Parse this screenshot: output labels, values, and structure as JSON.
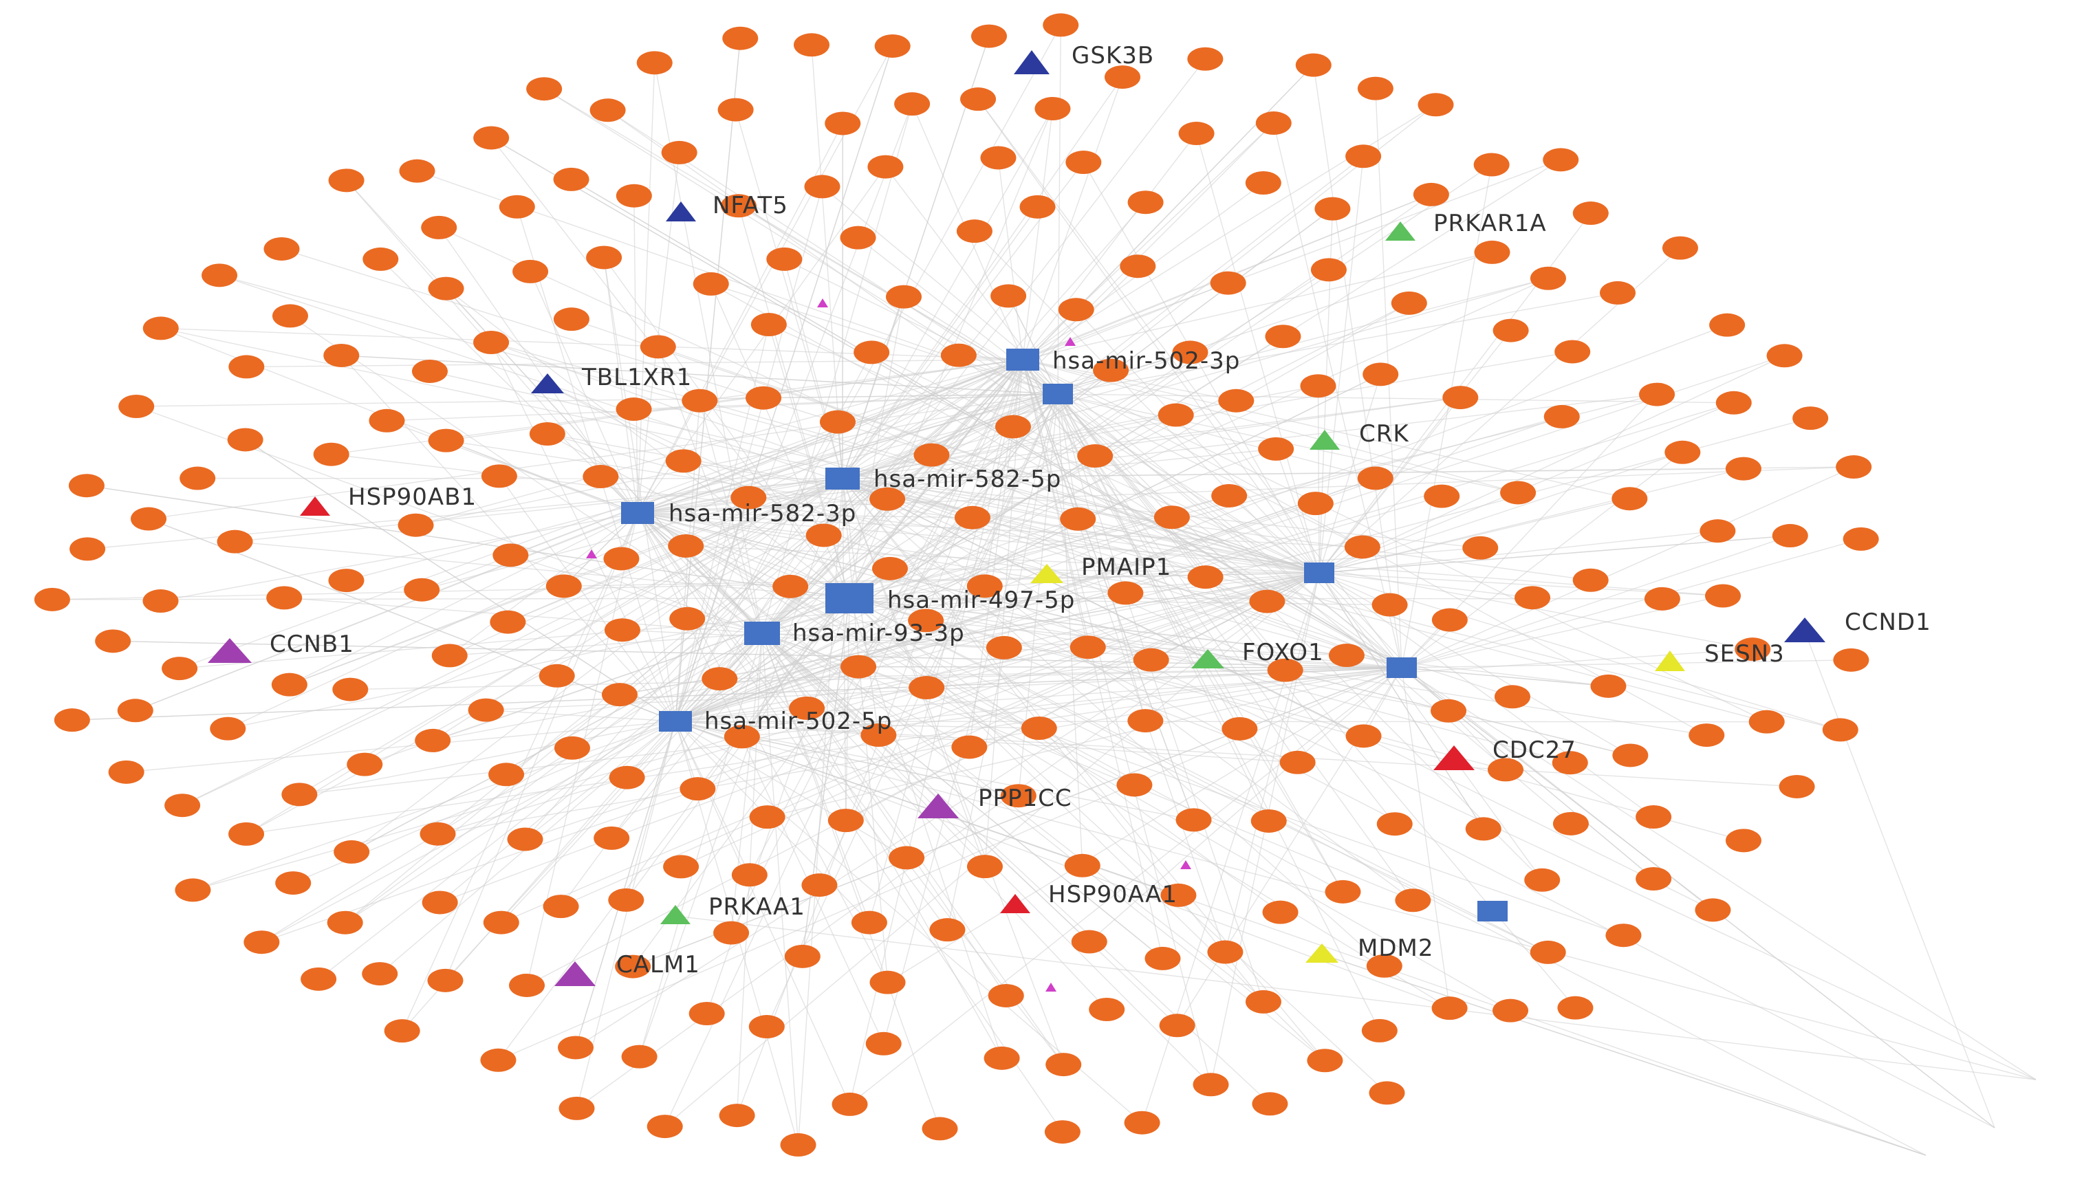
{
  "colors": {
    "background": "#ffffff",
    "edge": "#cfcfcf",
    "target_gene_node": "#ea6a22",
    "mirna_node": "#4472c4",
    "label_text": "#333333"
  },
  "legend_of_shapes": {
    "mirna": "square",
    "hub_gene": "triangle",
    "target_gene": "circle"
  },
  "mirnas": [
    {
      "id": "mir502_3p",
      "label": "hsa-mir-502-3p",
      "color": "#4472c4"
    },
    {
      "id": "mir582_5p",
      "label": "hsa-mir-582-5p",
      "color": "#4472c4"
    },
    {
      "id": "mir582_3p",
      "label": "hsa-mir-582-3p",
      "color": "#4472c4"
    },
    {
      "id": "mir497_5p",
      "label": "hsa-mir-497-5p",
      "color": "#4472c4"
    },
    {
      "id": "mir93_3p",
      "label": "hsa-mir-93-3p",
      "color": "#4472c4"
    },
    {
      "id": "mir502_5p",
      "label": "hsa-mir-502-5p",
      "color": "#4472c4"
    }
  ],
  "genes": [
    {
      "id": "GSK3B",
      "label": "GSK3B",
      "color": "#2b3a9c"
    },
    {
      "id": "NFAT5",
      "label": "NFAT5",
      "color": "#2b3a9c"
    },
    {
      "id": "PRKAR1A",
      "label": "PRKAR1A",
      "color": "#5cc05c"
    },
    {
      "id": "TBL1XR1",
      "label": "TBL1XR1",
      "color": "#2b3a9c"
    },
    {
      "id": "CRK",
      "label": "CRK",
      "color": "#5cc05c"
    },
    {
      "id": "HSP90AB1",
      "label": "HSP90AB1",
      "color": "#e0202c"
    },
    {
      "id": "PMAIP1",
      "label": "PMAIP1",
      "color": "#e6e62a"
    },
    {
      "id": "CCNB1",
      "label": "CCNB1",
      "color": "#a040b0"
    },
    {
      "id": "CCND1",
      "label": "CCND1",
      "color": "#2b3a9c"
    },
    {
      "id": "FOXO1",
      "label": "FOXO1",
      "color": "#5cc05c"
    },
    {
      "id": "SESN3",
      "label": "SESN3",
      "color": "#e6e62a"
    },
    {
      "id": "CDC27",
      "label": "CDC27",
      "color": "#e0202c"
    },
    {
      "id": "PPP1CC",
      "label": "PPP1CC",
      "color": "#a040b0"
    },
    {
      "id": "PRKAA1",
      "label": "PRKAA1",
      "color": "#5cc05c"
    },
    {
      "id": "HSP90AA1",
      "label": "HSP90AA1",
      "color": "#e0202c"
    },
    {
      "id": "CALM1",
      "label": "CALM1",
      "color": "#a040b0"
    },
    {
      "id": "MDM2",
      "label": "MDM2",
      "color": "#e6e62a"
    }
  ]
}
